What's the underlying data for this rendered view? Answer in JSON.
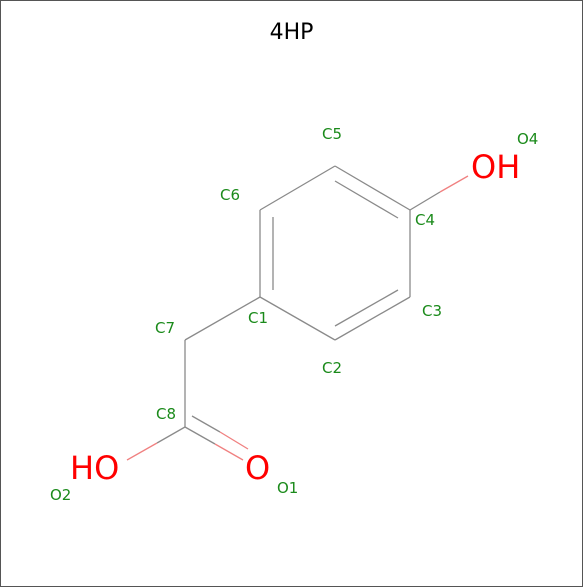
{
  "title": "4HP",
  "colors": {
    "atom_label": "#1a8a1a",
    "heteroatom": "#ff0000",
    "bond": "#8a8a8a",
    "bond_to_oxygen": "#f08080"
  },
  "atoms": {
    "C1": "C1",
    "C2": "C2",
    "C3": "C3",
    "C4": "C4",
    "C5": "C5",
    "C6": "C6",
    "C7": "C7",
    "C8": "C8",
    "O1": "O1",
    "O2": "O2",
    "O4": "O4"
  },
  "heteroatoms": {
    "O4": "OH",
    "O1": "O",
    "O2": "HO"
  }
}
